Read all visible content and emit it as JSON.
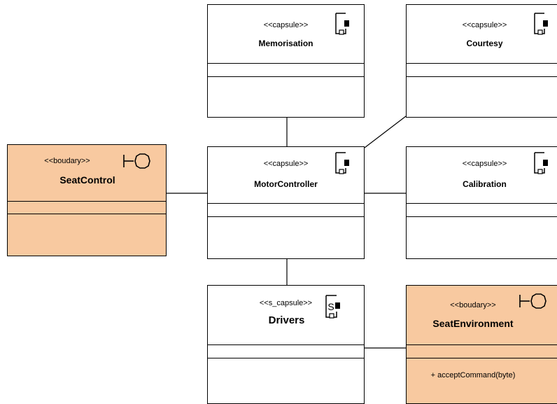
{
  "diagram": {
    "nodes": {
      "memorisation": {
        "stereotype": "<<capsule>>",
        "name": "Memorisation",
        "icon": "capsule-icon"
      },
      "courtesy": {
        "stereotype": "<<capsule>>",
        "name": "Courtesy",
        "icon": "capsule-icon"
      },
      "seatcontrol": {
        "stereotype": "<<boudary>>",
        "name": "SeatControl",
        "icon": "boundary-icon"
      },
      "motorcontroller": {
        "stereotype": "<<capsule>>",
        "name": "MotorController",
        "icon": "capsule-icon"
      },
      "calibration": {
        "stereotype": "<<capsule>>",
        "name": "Calibration",
        "icon": "capsule-icon"
      },
      "drivers": {
        "stereotype": "<<s_capsule>>",
        "name": "Drivers",
        "icon": "s-capsule-icon",
        "icon_letter": "S"
      },
      "seatenvironment": {
        "stereotype": "<<boudary>>",
        "name": "SeatEnvironment",
        "icon": "boundary-icon",
        "operations": [
          "+ acceptCommand(byte)"
        ]
      }
    },
    "colors": {
      "boundary_fill": "#f8c9a0",
      "capsule_fill": "#ffffff",
      "line": "#000000"
    }
  }
}
